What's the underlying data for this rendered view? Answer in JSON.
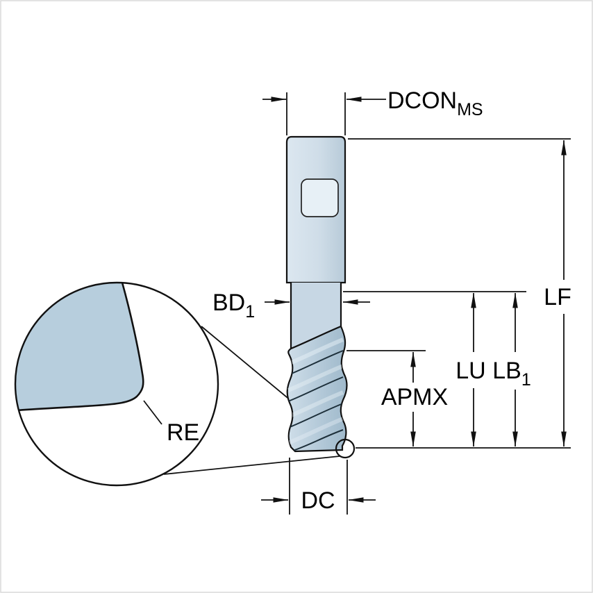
{
  "figure": {
    "type": "technical-diagram",
    "subject": "Solid end mill with dimension callouts and corner-radius detail view",
    "colors": {
      "background": "#ffffff",
      "outline": "#111111",
      "tool_fill_light": "#dce7f0",
      "tool_fill_dark": "#9fb9cb",
      "neck_fill": "#c7d7e4",
      "flat_fill": "#e7f0f6",
      "detail_fill": "#b7cedd",
      "frame": "#d8d8d8"
    },
    "labels": {
      "dcon": {
        "main": "DCON",
        "sub": "MS"
      },
      "lf": {
        "main": "LF"
      },
      "lu": {
        "main": "LU"
      },
      "lb": {
        "main": "LB",
        "sub": "1"
      },
      "apmx": {
        "main": "APMX"
      },
      "bd": {
        "main": "BD",
        "sub": "1"
      },
      "dc": {
        "main": "DC"
      },
      "re": {
        "main": "RE"
      }
    }
  }
}
